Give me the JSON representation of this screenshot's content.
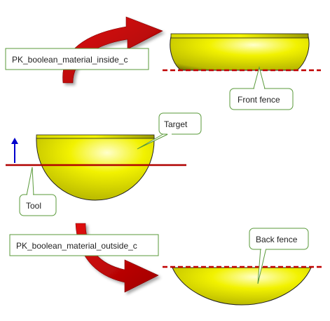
{
  "diagram": {
    "labels": {
      "inside_option": "PK_boolean_material_inside_c",
      "outside_option": "PK_boolean_material_outside_c",
      "front_fence": "Front fence",
      "back_fence": "Back fence",
      "target": "Target",
      "tool": "Tool"
    },
    "colors": {
      "body_yellow": "#f2f200",
      "arrow_red": "#c00000",
      "tool_line": "#b00000",
      "fence_dashed": "#c00000",
      "callout_border": "#5a9a3a",
      "normal_arrow": "#0000cc"
    }
  }
}
